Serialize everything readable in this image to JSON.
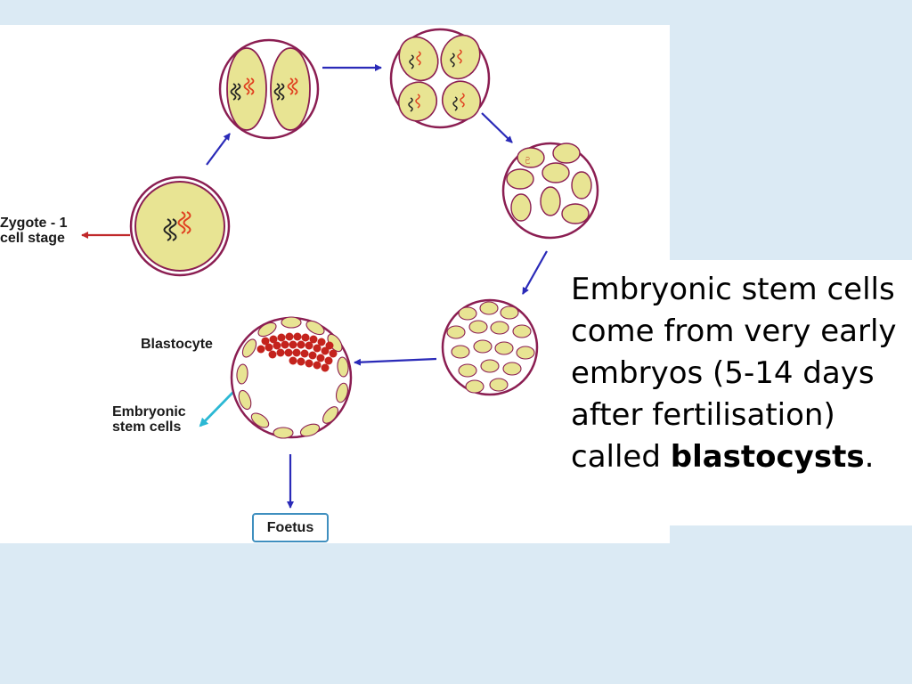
{
  "labels": {
    "zygote": "Zygote - 1\ncell stage",
    "blastocyte": "Blastocyte",
    "embryonic_stem_cells": "Embryonic\nstem cells",
    "foetus": "Foetus"
  },
  "caption": {
    "text": "Embryonic stem cells come from very early embryos (5-14 days after fertilisation) called ",
    "bold": "blastocysts",
    "end": "."
  },
  "colors": {
    "background": "#dbeaf4",
    "cell_fill": "#e8e493",
    "membrane": "#8b1e52",
    "arrow": "#2a2ab8",
    "zygote_arrow": "#c0282a",
    "stem_arrow": "#2bb8d4",
    "inner_mass": "#c4231d"
  }
}
